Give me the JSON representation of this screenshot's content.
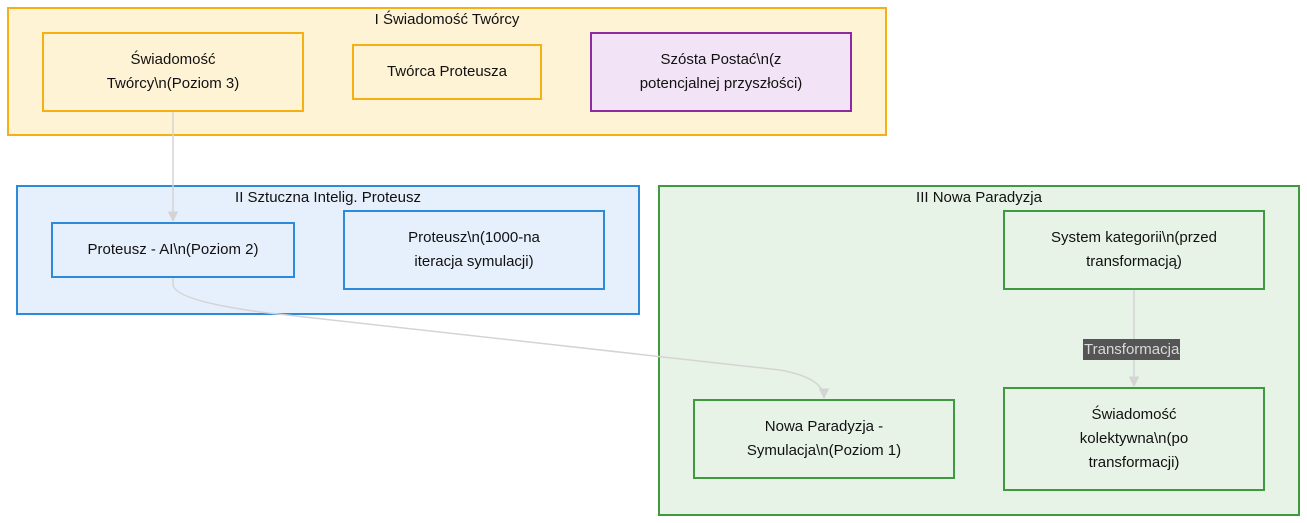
{
  "colors": {
    "creator_fill": "#fff3d6",
    "creator_border": "#f5b014",
    "ai_fill": "#e6effc",
    "ai_border": "#2d8ad8",
    "paradigm_fill": "#e6f3e6",
    "paradigm_border": "#3f9a3f",
    "sixth_fill": "#f2e4f6",
    "sixth_border": "#8e2aa0",
    "edge": "#d4d4d4",
    "edge_label_bg": "#555555"
  },
  "groups": {
    "creator": {
      "title": "I Świadomość Twórcy"
    },
    "ai": {
      "title": "II Sztuczna Intelig. Proteusz"
    },
    "paradigm": {
      "title": "III Nowa Paradyzja"
    }
  },
  "nodes": {
    "creator_consciousness": {
      "lines": [
        "Świadomość",
        "Twórcy\\n(Poziom 3)"
      ]
    },
    "proteus_creator": {
      "lines": [
        "Twórca Proteusza"
      ]
    },
    "sixth_character": {
      "lines": [
        "Szósta Postać\\n(z",
        "potencjalnej przyszłości)"
      ]
    },
    "proteus_ai": {
      "lines": [
        "Proteusz - AI\\n(Poziom 2)"
      ]
    },
    "proteus_iteration": {
      "lines": [
        "Proteusz\\n(1000-na",
        "iteracja symulacji)"
      ]
    },
    "category_system": {
      "lines": [
        "System kategorii\\n(przed",
        "transformacją)"
      ]
    },
    "new_paradise_sim": {
      "lines": [
        "Nowa Paradyzja -",
        "Symulacja\\n(Poziom 1)"
      ]
    },
    "collective_consciousness": {
      "lines": [
        "Świadomość",
        "kolektywna\\n(po",
        "transformacji)"
      ]
    }
  },
  "edges": {
    "transformation_label": "Transformacja"
  }
}
